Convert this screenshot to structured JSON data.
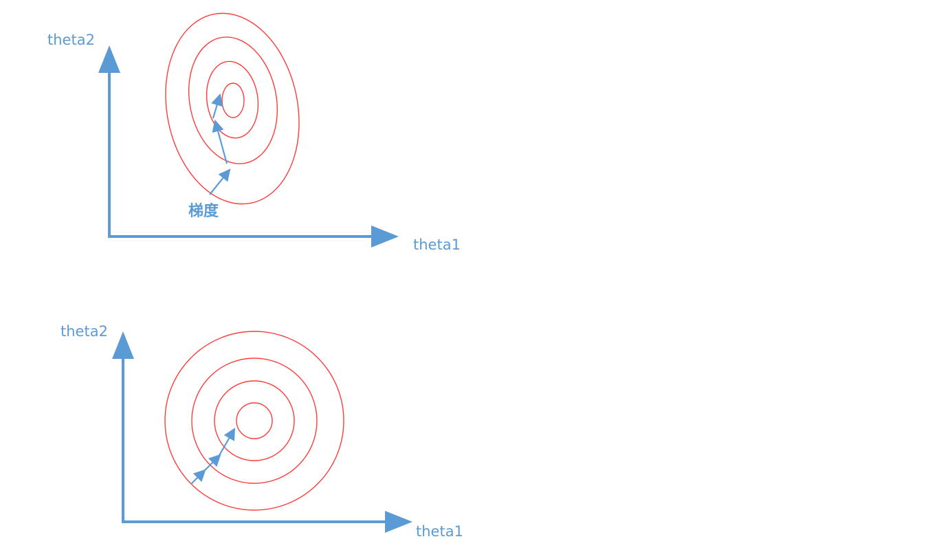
{
  "colors": {
    "axis": "#5b9bd5",
    "contour": "#ff3b3b",
    "background": "#ffffff"
  },
  "top_diagram": {
    "x_axis_label": "theta1",
    "y_axis_label": "theta2",
    "annotation": "梯度"
  },
  "bottom_diagram": {
    "x_axis_label": "theta1",
    "y_axis_label": "theta2"
  }
}
